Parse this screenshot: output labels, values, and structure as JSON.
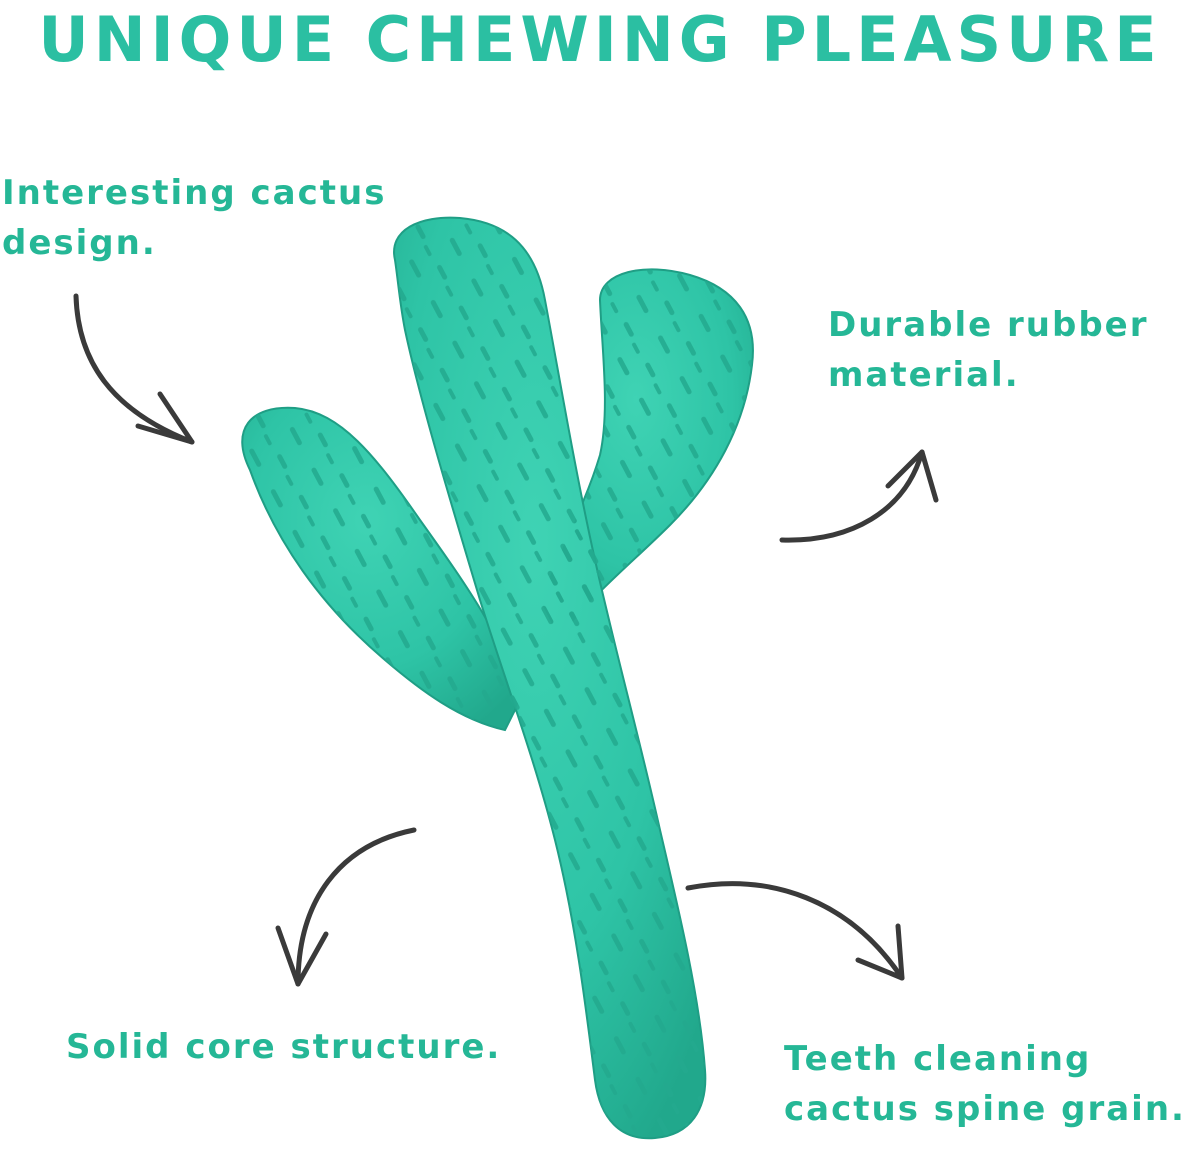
{
  "headline": "UNIQUE CHEWING PLEASURE",
  "callouts": {
    "design": [
      "Interesting cactus",
      "design."
    ],
    "material": [
      "Durable rubber",
      "material."
    ],
    "core": [
      "Solid core structure."
    ],
    "teeth": [
      "Teeth cleaning",
      "cactus spine grain."
    ]
  },
  "colors": {
    "headline": "#2bbfa2",
    "text": "#25b796",
    "toy_fill": "#2ec4a6",
    "toy_shade": "#23a98e",
    "arrow": "#3a3a3a"
  },
  "icons": {
    "product": "cactus-chew-toy",
    "pointer": "curved-arrow-icon"
  }
}
